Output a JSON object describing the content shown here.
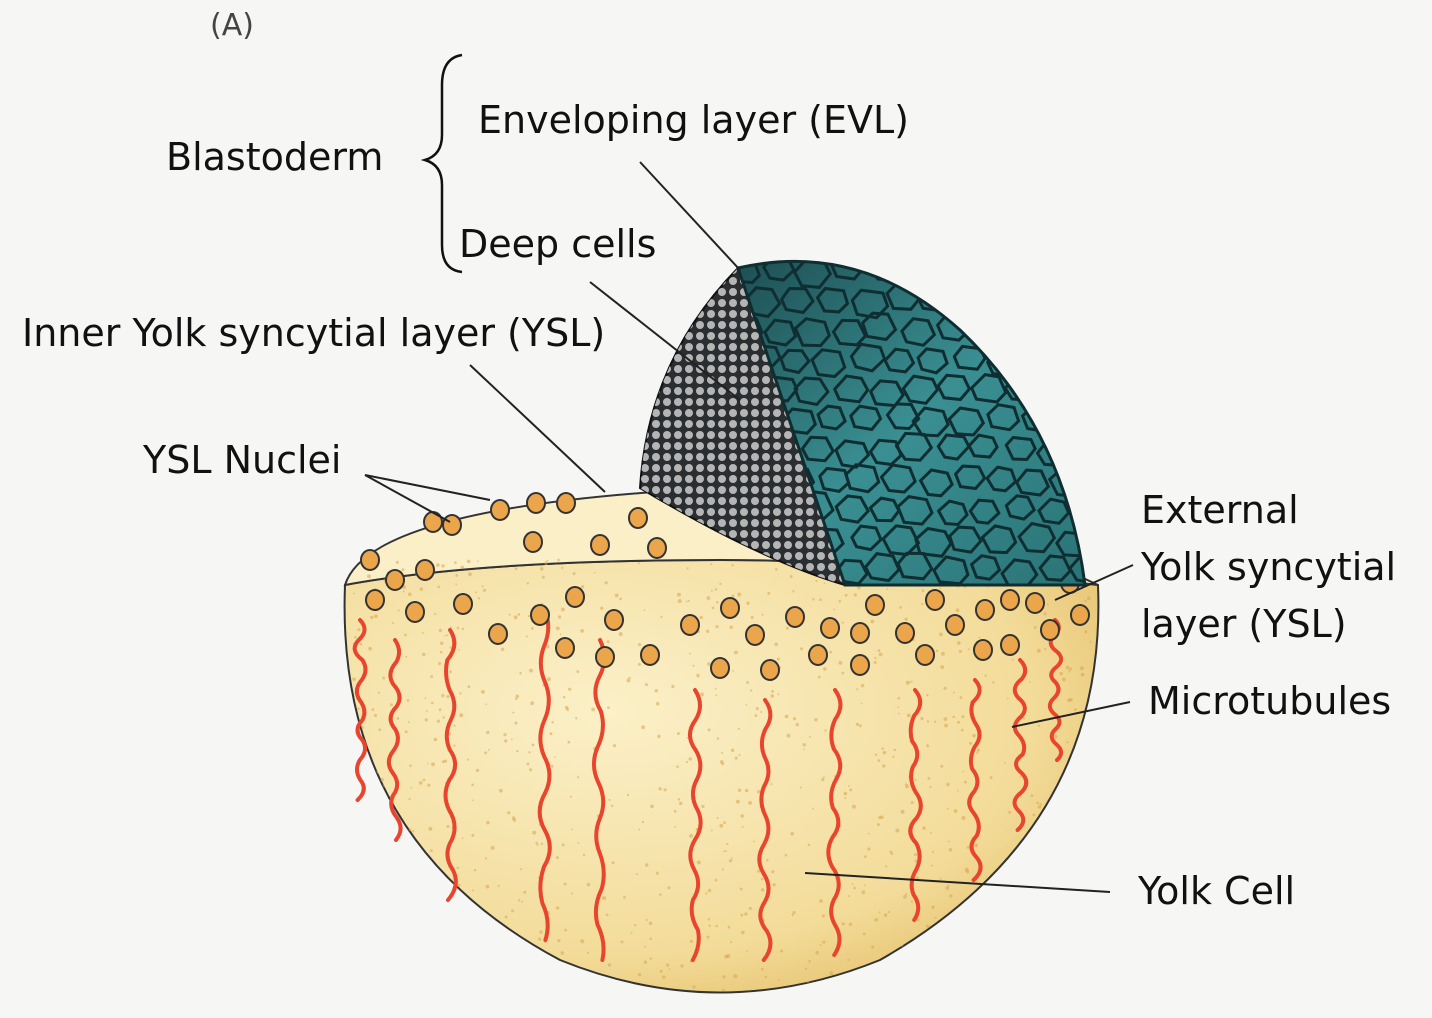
{
  "panel": {
    "letter": "(A)"
  },
  "labels": {
    "blastoderm": "Blastoderm",
    "evl": "Enveloping layer (EVL)",
    "deep_cells": "Deep cells",
    "inner_ysl": "Inner Yolk syncytial layer (YSL)",
    "ysl_nuclei": "YSL Nuclei",
    "external_ysl": [
      "External",
      "Yolk syncytial",
      "layer (YSL)"
    ],
    "microtubules": "Microtubules",
    "yolk_cell": "Yolk Cell"
  },
  "colors": {
    "yolk": "#f6e3a8",
    "yolk_shade": "#e9c66e",
    "nucleus": "#eba64c",
    "microtubule": "#e8452e",
    "evl": "#2f7f82",
    "evl_dark": "#0f2e32",
    "deep_cells_bg": "#2b2e31",
    "deep_cell_dot": "#b5b5b5"
  }
}
